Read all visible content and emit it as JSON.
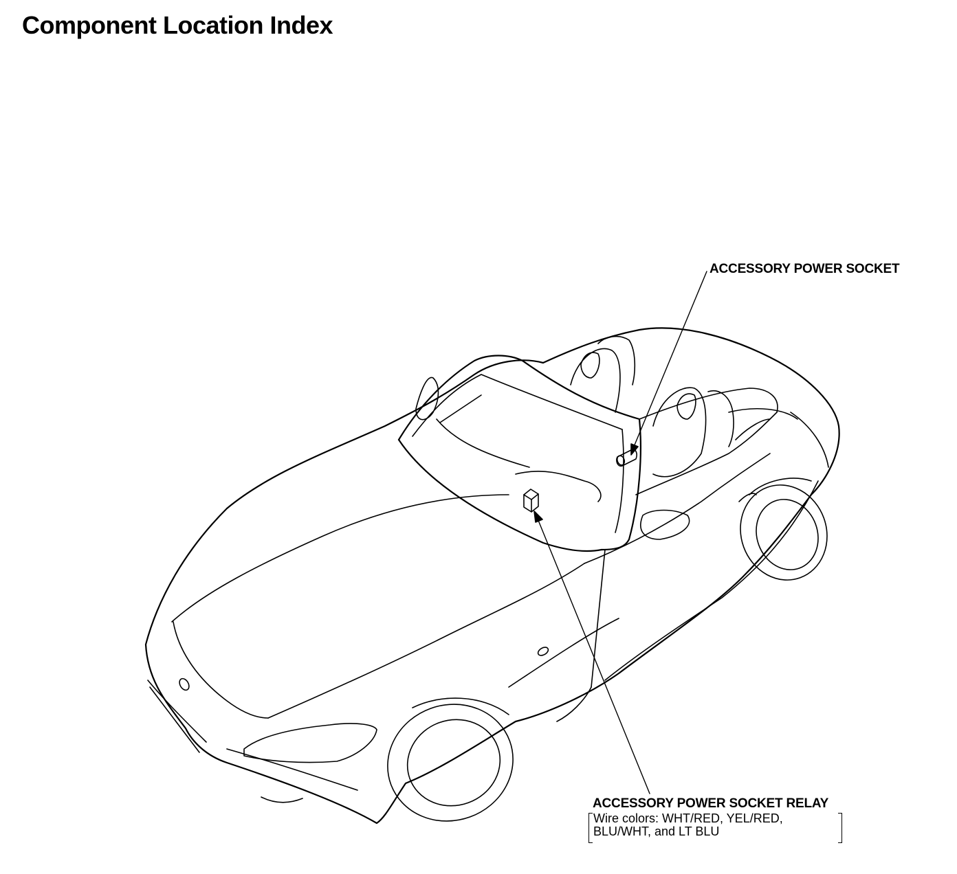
{
  "page": {
    "title": "Component Location Index"
  },
  "callouts": {
    "socket": {
      "label": "ACCESSORY POWER SOCKET",
      "icon": "power-socket-icon"
    },
    "relay": {
      "label": "ACCESSORY POWER SOCKET RELAY",
      "icon": "relay-icon",
      "note_lines": [
        "Wire colors: WHT/RED, YEL/RED,",
        "BLU/WHT, and LT BLU"
      ]
    }
  }
}
